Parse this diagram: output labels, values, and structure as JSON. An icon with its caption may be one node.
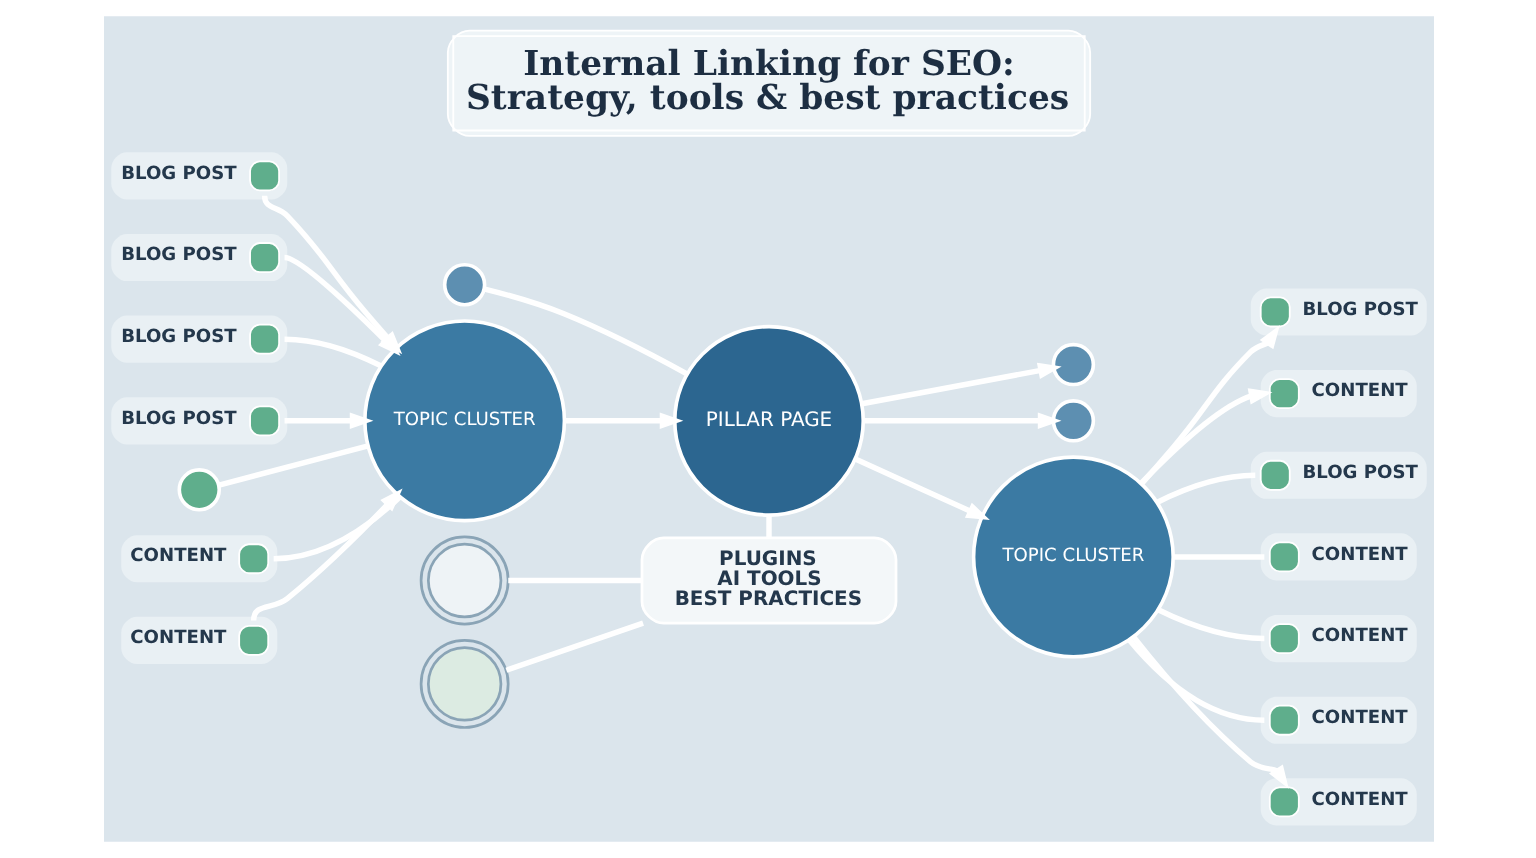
{
  "diagram": {
    "title": "Internal Linking for SEO: Strategy, tools & best practices",
    "nodes": [
      {
        "text": [],
        "shape": "circle"
      },
      {
        "text": [],
        "shape": "circle"
      },
      {
        "text": [],
        "shape": "circle"
      },
      {
        "text": [
          "BLOG POST"
        ]
      },
      {
        "text": [
          "BLOG POST"
        ]
      },
      {
        "text": [
          "BLOG POST"
        ]
      },
      {
        "text": [
          "CONTENT"
        ]
      },
      {
        "text": [
          "BLOG POST"
        ]
      },
      {
        "text": [
          "TOPIC CLUSTER"
        ]
      },
      {
        "text": [
          "PILLAR PAGE"
        ]
      },
      {
        "text": [
          "TOPIC CLUSTER"
        ]
      },
      {
        "text": [
          "BLOG POST"
        ]
      },
      {
        "text": [
          "BLOG POST"
        ]
      },
      {
        "text": [
          "CONTENT"
        ]
      },
      {
        "text": [],
        "shape": "circle"
      },
      {
        "text": [],
        "shape": "picture"
      },
      {
        "text": [],
        "shape": "picture"
      },
      {
        "text": [
          "CONTENT"
        ]
      },
      {
        "text": [
          "CONTENT"
        ]
      },
      {
        "text": [
          "CONTENT"
        ]
      },
      {
        "text": [
          "CONTENT"
        ]
      },
      {
        "text": [
          "CONTENT"
        ]
      },
      {
        "text": [
          "PLUGINS",
          "AI TOOLS",
          "BEST PRACTICES"
        ]
      }
    ],
    "edges": [
      {
        "from": 9,
        "to": 0,
        "arrow": "to"
      },
      {
        "from": 1,
        "to": 9,
        "arrow": "none"
      },
      {
        "from": 9,
        "to": 2,
        "arrow": "to"
      },
      {
        "from": 3,
        "to": 8,
        "arrow": "to"
      },
      {
        "from": 5,
        "to": 8,
        "arrow": "to"
      },
      {
        "from": 7,
        "to": 8,
        "arrow": "none"
      },
      {
        "from": 12,
        "to": 8,
        "arrow": "to"
      },
      {
        "from": 14,
        "to": 8,
        "arrow": "none"
      },
      {
        "from": 18,
        "to": 8,
        "arrow": "none"
      },
      {
        "from": 20,
        "to": 8,
        "arrow": "to"
      },
      {
        "from": 8,
        "to": 9,
        "arrow": "to"
      },
      {
        "from": 9,
        "to": 10,
        "arrow": "to"
      },
      {
        "from": 10,
        "to": 4,
        "arrow": "to"
      },
      {
        "from": 10,
        "to": 6,
        "arrow": "to"
      },
      {
        "from": 10,
        "to": 11,
        "arrow": "none"
      },
      {
        "from": 10,
        "to": 13,
        "arrow": "none"
      },
      {
        "from": 10,
        "to": 17,
        "arrow": "none"
      },
      {
        "from": 10,
        "to": 19,
        "arrow": "none"
      },
      {
        "from": 10,
        "to": 21,
        "arrow": "to"
      },
      {
        "from": 9,
        "to": 22,
        "arrow": "none"
      },
      {
        "from": 15,
        "to": 22,
        "arrow": "none"
      },
      {
        "from": 16,
        "to": 22,
        "arrow": "none"
      }
    ]
  }
}
